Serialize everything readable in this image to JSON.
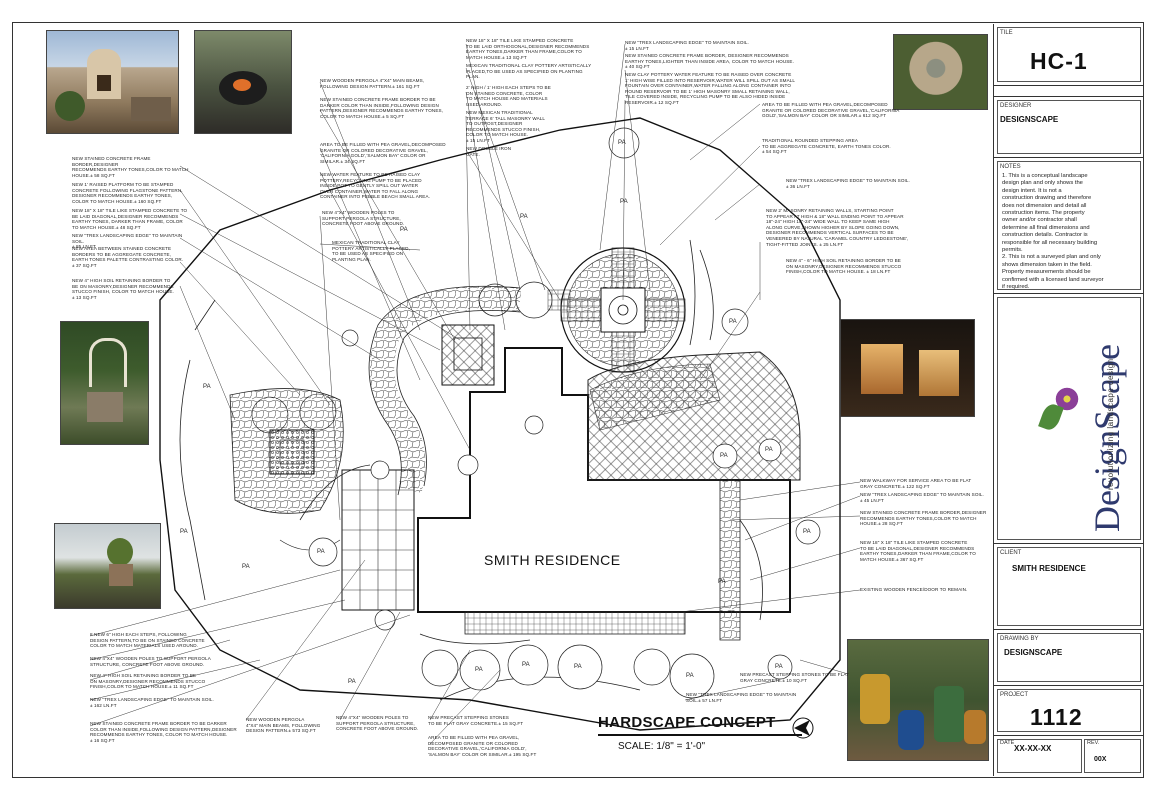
{
  "sheet": {
    "plan_title": "HARDSCAPE CONCEPT",
    "scale": "SCALE: 1/8\" = 1'-0\"",
    "house_label": "SMITH RESIDENCE",
    "pa_label": "PA"
  },
  "title_block": {
    "tile_label": "TILE",
    "tile_value": "HC-1",
    "designer_label": "DESIGNER",
    "designer_value": "DESIGNSCAPE",
    "notes_label": "NOTES",
    "notes_lines": [
      "1. This is a conceptual landscape",
      "design plan and only shows the",
      "design intent. It is not a",
      "construction drawing and therefore",
      "does not dimension and detail all",
      "construction items. The property",
      "owner and/or contractor shall",
      "determine all final dimensions and",
      "construction details. Contractor is",
      "responsible for all necessary building",
      "permits.",
      "2. This is not a surveyed plan and only",
      "shows dimension taken in the field.",
      "Property measurements should be",
      "confirmed with a licensed land surveyor",
      "if required."
    ],
    "logo_text": "DesignScape",
    "logo_tagline": "revolutionizing landscape design",
    "client_label": "CLIENT",
    "client_value": "SMITH RESIDENCE",
    "drawn_by_label": "DRAWING BY",
    "drawn_by_value": "DESIGNSCAPE",
    "project_label": "PROJECT",
    "project_value": "1112",
    "date_label": "DATE",
    "date_value": "XX-XX-XX",
    "rev_label": "REV.",
    "rev_value": "00X"
  },
  "notes_left": [
    [
      "NEW STAINED CONCRETE FRAME BORDER,DESIGNER",
      "RECOMMENDS EARTHY TONES,COLOR TO MATCH",
      "HOUSE.± 58 SQ.FT"
    ],
    [
      "NEW 1' RAISED PLATFORM TO BE STAMPED",
      "CONCRETE FOLLOWING FLAGSTONE PATTERN,",
      "DESIGNER RECOMMENDS EARTHY TONES,",
      "COLOR TO MATCH HOUSE.± 160 SQ.FT"
    ],
    [
      "NEW 18\" X 18\" TILE LIKE STAMPED CONCRETE TO",
      "BE LAID DIAGONAL,DESIGNER RECOMMENDS",
      "EARTHY TONES, DARKER THAN FRAME, COLOR",
      "TO MATCH HOUSE.± 48 SQ.FT"
    ],
    [
      "NEW \"TREX LANDSCAPING EDGE\" TO MAINTAIN SOIL.",
      "± 85 LN.FT"
    ],
    [
      "NEW AREA BETWEEN STAINED CONCRETE",
      "BORDERS TO BE AGGREGATE CONCRETE,",
      "EARTH TONES PALETTE CONTRASTING COLOR.",
      "± 37 SQ.FT"
    ],
    [
      "NEW 4\" HIGH SOIL RETAINING BORDER TO",
      "BE ON MASONRY,DESIGNER RECOMMENDS",
      "STUCCO FINISH, COLOR TO MATCH HOUSE.",
      "± 13 SQ.FT"
    ]
  ],
  "notes_top_left": [
    [
      "NEW WOODEN PERGOLA 4\"X4\" MAIN BEAMS,",
      "FOLLOWING DESIGN PATTERN.± 161 SQ.FT"
    ],
    [
      "NEW STAINED CONCRETE FRAME BORDER TO BE",
      "DARKER COLOR THAN INSIDE,FOLLOWING DESIGN",
      "PATTERN,DESIGNER RECOMMENDS EARTHY TONES,",
      "COLOR TO MATCH HOUSE.± 5 SQ.FT"
    ],
    [
      "AREA TO BE FILLED WITH PEA GRAVEL,DECOMPOSED",
      "GRANITE OR COLORED DECORATIVE GRAVEL,",
      "'CALIFORNIA GOLD','SALMON BAY' COLOR OR",
      "SIMILAR.± 34 SQ.FT"
    ],
    [
      "NEW WATER FEATURE TO BE RAISED CLAY",
      "POTTERY,RECYCLING PUMP TO BE PLACED",
      "INSIDE POT TO GENTLY SPILL OUT WATER",
      "OVER CONTAINER,WATER TO FALL ALONG",
      "CONTAINER INTO PEBBLE BEACH SMALL AREA."
    ],
    [
      "NEW 4\"X4\" WOODEN POLES TO",
      "SUPPORT PERGOLA STRUCTURE,",
      "CONCRETE FOOT ABOVE GROUND."
    ],
    [
      "MEXICAN TRADITIONAL CLAY",
      "POTTERY ARTISTICALLY PLACED,",
      "TO BE USED AS SPECIFIED ON",
      "PLANTING PLAN."
    ]
  ],
  "notes_top_center": [
    [
      "NEW 18\" X 18\" TILE LIKE STAMPED CONCRETE",
      "TO BE LAID ORTHOGONAL,DESIGNER RECOMMENDS",
      "EARTHY TONES,DARKER THAN FRAME,COLOR TO",
      "MATCH HOUSE.± 13 SQ.FT"
    ],
    [
      "MEXICAN TRADITIONAL CLAY POTTERY ARTISTICALLY",
      "PLACED,TO BE USED AS SPECIFIED ON PLANTING",
      "PLAN."
    ],
    [
      "2' HIGH / 1' HIGH EACH STEPS TO BE",
      "ON STAINED CONCRETE, COLOR",
      "TO MATCH HOUSE AND MATERIALS",
      "USED AROUND."
    ],
    [
      "NEW MEXICAN TRADITIONAL",
      "TERRACE 6' TALL MASONRY WALL",
      "TO OUTPOST,DESIGNER",
      "RECOMMENDS STUCCO FINISH,",
      "COLOR TO MATCH HOUSE.",
      "± 15 LN.FT"
    ],
    [
      "NEW DOUBLE IRON",
      "GATE."
    ]
  ],
  "notes_top_right": [
    [
      "NEW \"TREX LANDSCAPING EDGE\" TO MAINTAIN SOIL.",
      "± 15 LN.FT"
    ],
    [
      "NEW STAINED CONCRETE FRAME BORDER, DESIGNER RECOMMENDS",
      "EARTHY TONES,LIGHTER THAN INSIDE AREA, COLOR TO MATCH HOUSE.",
      "± 40 SQ.FT"
    ],
    [
      "NEW CLAY POTTERY WATER FEATURE TO BE RAISED OVER CONCRETE",
      "1' HIGH WISE FILLED INTO RESERVOIR,WATER WILL SPILL OUT AS SMALL",
      "FOUNTAIN OVER CONTAINER,WATER FALLING ALONG CONTAINER INTO",
      "ROUND RESERVOIR TO BE 1' HIGH MASONRY SMALL RETAINING WALL,",
      "TILE COVERED INSIDE, RECYCLING PUMP TO BE ALSO HIDED INSIDE",
      "RESERVOIR.± 12 SQ.FT"
    ],
    [
      "AREA TO BE FILLED WITH PEA GRAVEL,DECOMPOSED",
      "GRANITE OR COLORED DECORATIVE GRAVEL,'CALIFORNIA",
      "GOLD','SALMON BAY' COLOR OR SIMILAR.± 612 SQ.FT"
    ],
    [
      "TRADITIONAL ROUNDED STEPPING AREA",
      "TO BE AGGREGATE CONCRETE, EARTH TONES COLOR.",
      "± 54 SQ.FT"
    ],
    [
      "NEW \"TREX LANDSCAPING EDGE\" TO MAINTAIN SOIL.",
      "± 36 LN.FT"
    ],
    [
      "NEW 2' MASONRY RETAINING WALLS, STARTING POINT",
      "TO APPEAR AT HIGH & 18\" WALL ENDING POINT TO APPEAR",
      "18\"-24\" HIGH 18\"-24\" WIDE WALL TO KEEP SAME HIGH",
      "ALONG CURVE,SHOWN HIGHER BY SLOPE GOING DOWN,",
      "DESIGNER RECOMMENDS VERTICAL SURFACES TO BE",
      "VENEERED BY NATURAL 'CARAMEL COUNTRY LEDGESTONE',",
      "TIGHT-FITTED JOINTS. ± 25 LN.FT"
    ],
    [
      "NEW 4\" - 6\" HIGH SOIL RETAINING BORDER TO BE",
      "ON MASONRY,DESIGNER RECOMMENDS STUCCO",
      "FINISH,COLOR TO MATCH HOUSE. ± 18 LN.FT"
    ]
  ],
  "notes_right": [
    [
      "NEW WALKWAY FOR SERVICE AREA TO BE FLAT",
      "GRAY CONCRETE.± 122 SQ.FT"
    ],
    [
      "NEW \"TREX LANDSCAPING EDGE\" TO MAINTAIN SOIL.",
      "± 45 LN.FT"
    ],
    [
      "NEW STAINED CONCRETE FRAME BORDER,DESIGNER",
      "RECOMMENDS EARTHY TONES,COLOR TO MATCH",
      "HOUSE.± 28 SQ.FT"
    ],
    [
      "NEW 18\" X 18\" TILE LIKE STAMPED CONCRETE",
      "TO BE LAID DIAGONAL,DESIGNER RECOMMENDS",
      "EARTHY TONES,DARKER THAN FRAME,COLOR TO",
      "MATCH HOUSE.± 367 SQ.FT"
    ],
    [
      "EXISTING WOODEN FENCE/DOOR TO REMAIN."
    ]
  ],
  "notes_bottom_left": [
    [
      "8 NEW 6\" HIGH EACH STEPS, FOLLOWING",
      "DESIGN PATTERN,TO BE ON STAINED CONCRETE",
      "COLOR TO MATCH MATERIALS USED AROUND."
    ],
    [
      "NEW 4\"X4\" WOODEN POLES TO SUPPORT PERGOLA",
      "STRUCTURE, CONCRETE FOOT ABOVE GROUND."
    ],
    [
      "NEW 4\" HIGH SOIL RETAINING BORDER TO BE",
      "ON MASONRY,DESIGNER RECOMMENDS STUCCO",
      "FINISH,COLOR TO MATCH HOUSE.± 11 SQ.FT"
    ],
    [
      "NEW \"TREX LANDSCAPING EDGE\" TO MAINTAIN SOIL.",
      "± 162 LN.FT"
    ],
    [
      "NEW STAINED CONCRETE FRAME BORDER TO BE DARKER",
      "COLOR THAN INSIDE,FOLLOWING DESIGN PATTERN,DESIGNER",
      "RECOMMENDS EARTHY TONES, COLOR TO MATCH HOUSE.",
      "± 16 SQ.FT"
    ]
  ],
  "notes_bottom_center": [
    [
      "NEW WOODEN PERGOLA",
      "4\"X4\" MAIN BEAMS, FOLLOWING",
      "DESIGN PATTERN.± 573 SQ.FT"
    ],
    [
      "NEW 4\"X4\" WOODEN POLES TO",
      "SUPPORT PERGOLA STRUCTURE,",
      "CONCRETE FOOT ABOVE GROUND."
    ],
    [
      "NEW PRECAST STEPPING STONES",
      "TO BE FLAT GRAY CONCRETE.± 15 SQ.FT"
    ],
    [
      "AREA TO BE FILLED WITH PEA GRAVEL,",
      "DECOMPOSED GRANITE OR COLORED",
      "DECORATIVE GRAVEL,'CALIFORNIA GOLD',",
      "'SALMON BAY' COLOR OR SIMILAR.± 195 SQ.FT"
    ],
    [
      "NEW \"TREX LANDSCAPING EDGE\" TO MAINTAIN",
      "SOIL.± 57 LN.FT"
    ],
    [
      "NEW PRECAST STEPPING STONES TO BE FLAT",
      "GRAY CONCRETE.± 10 SQ.FT"
    ]
  ]
}
